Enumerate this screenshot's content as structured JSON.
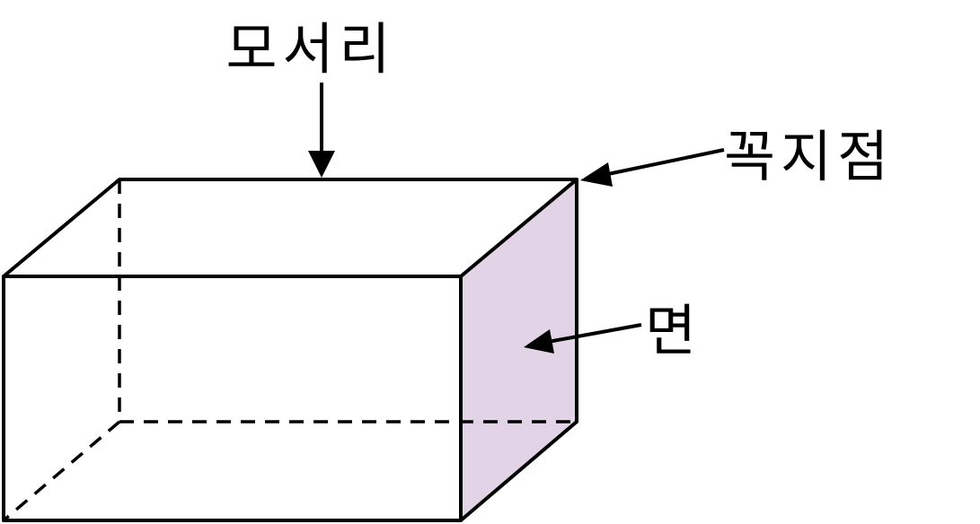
{
  "labels": {
    "edge": "모서리",
    "vertex": "꼭지점",
    "face": "면"
  },
  "colors": {
    "stroke": "#000000",
    "face_fill": "#e2d4e6",
    "background": "#ffffff"
  }
}
